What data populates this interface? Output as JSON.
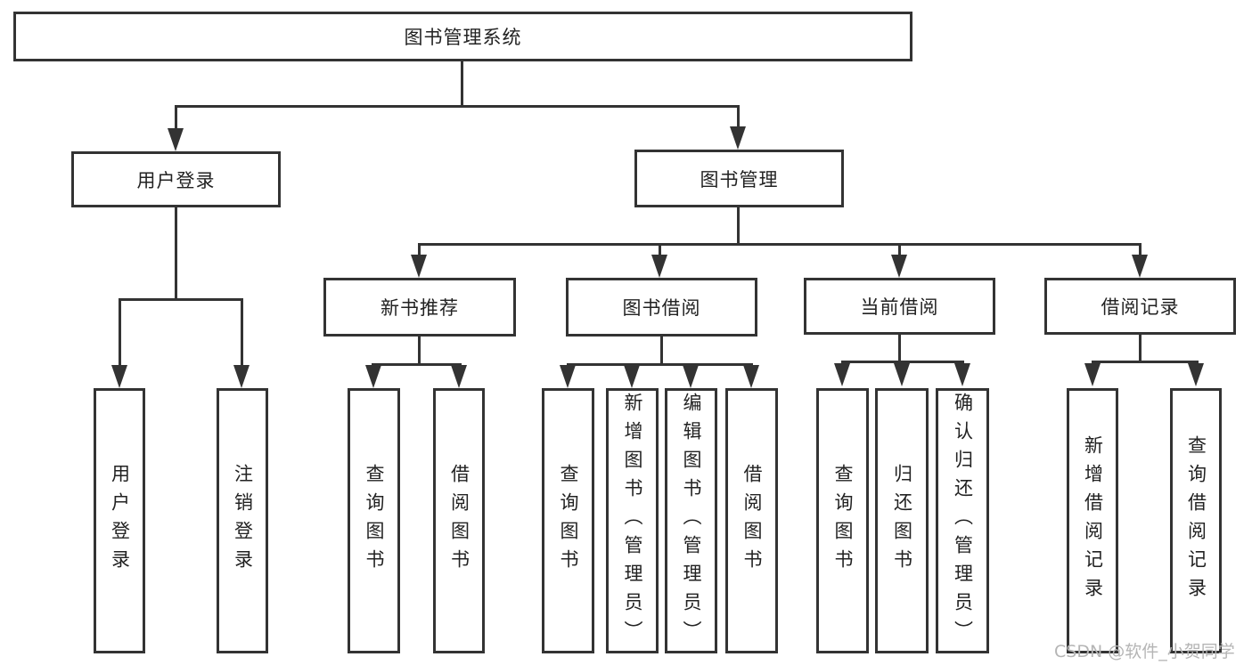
{
  "diagram_title": "图书管理系统",
  "colors": {
    "line": "#333333",
    "text": "#222222",
    "watermark": "#b5b5b5",
    "background": "#ffffff"
  },
  "tree": {
    "root": {
      "label": "图书管理系统",
      "children": [
        {
          "label": "用户登录",
          "children": [
            {
              "label": "用户登录"
            },
            {
              "label": "注销登录"
            }
          ]
        },
        {
          "label": "图书管理",
          "children": [
            {
              "label": "新书推荐",
              "children": [
                {
                  "label": "查询图书"
                },
                {
                  "label": "借阅图书"
                }
              ]
            },
            {
              "label": "图书借阅",
              "children": [
                {
                  "label": "查询图书"
                },
                {
                  "label": "新增图书（管理员）"
                },
                {
                  "label": "编辑图书（管理员）"
                },
                {
                  "label": "借阅图书"
                }
              ]
            },
            {
              "label": "当前借阅",
              "children": [
                {
                  "label": "查询图书"
                },
                {
                  "label": "归还图书"
                },
                {
                  "label": "确认归还（管理员）"
                }
              ]
            },
            {
              "label": "借阅记录",
              "children": [
                {
                  "label": "新增借阅记录"
                },
                {
                  "label": "查询借阅记录"
                }
              ]
            }
          ]
        }
      ]
    }
  },
  "watermark": {
    "text": "CSDN @软件_小贺同学"
  }
}
